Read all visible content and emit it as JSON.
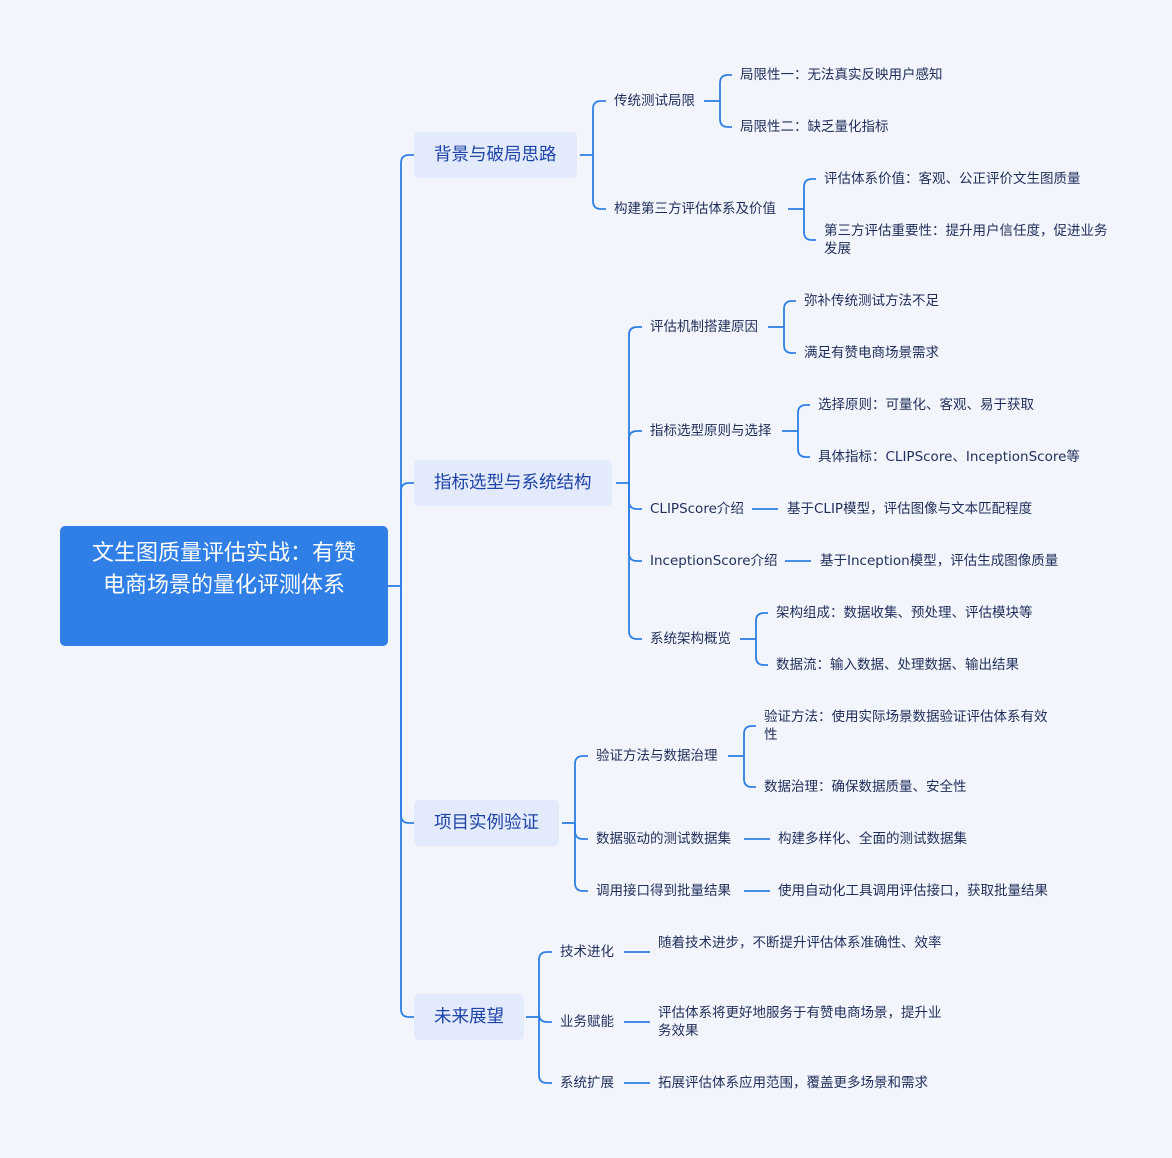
{
  "root": {
    "title": "文生图质量评估实战：有赞电商场景的量化评测体系"
  },
  "branches": [
    {
      "title": "背景与破局思路",
      "children": [
        {
          "title": "传统测试局限",
          "leaves": [
            "局限性一：无法真实反映用户感知",
            "局限性二：缺乏量化指标"
          ]
        },
        {
          "title": "构建第三方评估体系及价值",
          "leaves": [
            "评估体系价值：客观、公正评价文生图质量",
            "第三方评估重要性：提升用户信任度，促进业务发展"
          ]
        }
      ]
    },
    {
      "title": "指标选型与系统结构",
      "children": [
        {
          "title": "评估机制搭建原因",
          "leaves": [
            "弥补传统测试方法不足",
            "满足有赞电商场景需求"
          ]
        },
        {
          "title": "指标选型原则与选择",
          "leaves": [
            "选择原则：可量化、客观、易于获取",
            "具体指标：CLIPScore、InceptionScore等"
          ]
        },
        {
          "title": "CLIPScore介绍",
          "leaves": [
            "基于CLIP模型，评估图像与文本匹配程度"
          ]
        },
        {
          "title": "InceptionScore介绍",
          "leaves": [
            "基于Inception模型，评估生成图像质量"
          ]
        },
        {
          "title": "系统架构概览",
          "leaves": [
            "架构组成：数据收集、预处理、评估模块等",
            "数据流：输入数据、处理数据、输出结果"
          ]
        }
      ]
    },
    {
      "title": "项目实例验证",
      "children": [
        {
          "title": "验证方法与数据治理",
          "leaves": [
            "验证方法：使用实际场景数据验证评估体系有效性",
            "数据治理：确保数据质量、安全性"
          ]
        },
        {
          "title": "数据驱动的测试数据集",
          "leaves": [
            "构建多样化、全面的测试数据集"
          ]
        },
        {
          "title": "调用接口得到批量结果",
          "leaves": [
            "使用自动化工具调用评估接口，获取批量结果"
          ]
        }
      ]
    },
    {
      "title": "未来展望",
      "children": [
        {
          "title": "技术进化",
          "leaves": [
            "随着技术进步，不断提升评估体系准确性、效率"
          ]
        },
        {
          "title": "业务赋能",
          "leaves": [
            "评估体系将更好地服务于有赞电商场景，提升业务效果"
          ]
        },
        {
          "title": "系统扩展",
          "leaves": [
            "拓展评估体系应用范围，覆盖更多场景和需求"
          ]
        }
      ]
    }
  ],
  "colors": {
    "background": "#f3f5fc",
    "root_fill": "#2f7fe6",
    "branch_fill": "#e2eafb",
    "line": "#2f7fe6"
  }
}
